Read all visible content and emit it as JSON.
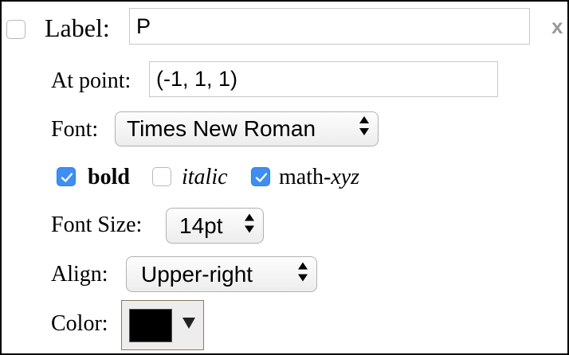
{
  "header": {
    "enabled_checked": false,
    "label_text": "Label:",
    "label_value": "P",
    "close_text": "x"
  },
  "at_point": {
    "label": "At point:",
    "value": "(-1, 1, 1)"
  },
  "font": {
    "label": "Font:",
    "selected": "Times New Roman"
  },
  "style_options": {
    "bold": {
      "label": "bold",
      "checked": true
    },
    "italic": {
      "label": "italic",
      "checked": false
    },
    "math": {
      "label_prefix": "math-",
      "label_suffix": "xyz",
      "checked": true
    }
  },
  "font_size": {
    "label": "Font Size:",
    "selected": "14pt"
  },
  "align": {
    "label": "Align:",
    "selected": "Upper-right"
  },
  "color": {
    "label": "Color:",
    "value": "#000000"
  },
  "colors": {
    "checkbox_accent": "#3d8ef5",
    "close_gray": "#9a9a9a"
  },
  "icons": {
    "checkmark": "checkmark-icon",
    "select_arrows": "up-down-arrows-icon",
    "dropdown": "triangle-down-icon"
  }
}
